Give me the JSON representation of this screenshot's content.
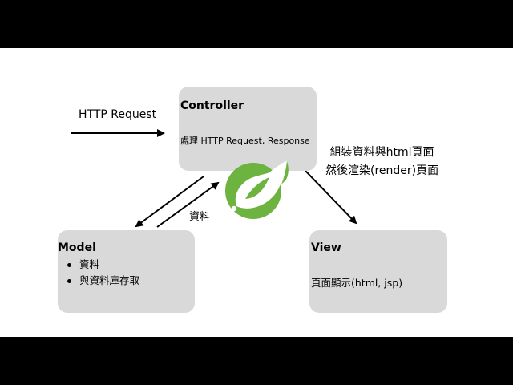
{
  "http_request_label": "HTTP Request",
  "data_label": "資料",
  "assemble_label": {
    "line1": "組裝資料與html頁面",
    "line2": "然後渲染(render)頁面"
  },
  "controller": {
    "title": "Controller",
    "subtitle": "處理 HTTP Request, Response"
  },
  "model": {
    "title": "Model",
    "items": [
      "資料",
      "與資料庫存取"
    ]
  },
  "view": {
    "title": "View",
    "subtitle": "頁面顯示(html, jsp)"
  },
  "colors": {
    "box": "#d9d9d9",
    "spring_green": "#6db33f",
    "letterbox": "#000000"
  },
  "icons": [
    "spring-leaf-logo"
  ]
}
